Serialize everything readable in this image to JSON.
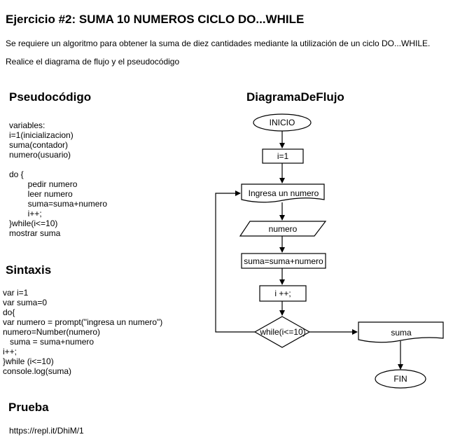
{
  "header": {
    "title": "Ejercicio #2: SUMA 10 NUMEROS CICLO DO...WHILE",
    "description": "Se requiere un algoritmo para obtener la suma de diez cantidades mediante la utilización de un ciclo DO...WHILE.",
    "instruction": "Realice el diagrama de flujo y el pseudocódigo"
  },
  "pseudocode": {
    "heading": "Pseudocódigo",
    "lines": [
      "variables:",
      "i=1(inicializacion)",
      "suma(contador)",
      "numero(usuario)",
      "",
      "do {",
      "        pedir numero",
      "        leer numero",
      "        suma=suma+numero",
      "        i++;",
      "}while(i<=10)",
      "mostrar suma"
    ]
  },
  "syntax": {
    "heading": "Sintaxis",
    "lines": [
      "var i=1",
      "var suma=0",
      "do{",
      "var numero = prompt(\"ingresa un numero\")",
      "numero=Number(numero)",
      "   suma = suma+numero",
      "i++;",
      "}while (i<=10)",
      "console.log(suma)"
    ]
  },
  "test": {
    "heading": "Prueba",
    "link": "https://repl.it/DhiM/1"
  },
  "flowchart": {
    "heading": "DiagramaDeFlujo",
    "nodes": {
      "start": "INICIO",
      "init": "i=1",
      "input_prompt": "Ingresa un numero",
      "input": "numero",
      "sum": "suma=suma+numero",
      "increment": "i ++;",
      "condition": "while(i<=10)",
      "output": "suma",
      "end": "FIN"
    }
  }
}
